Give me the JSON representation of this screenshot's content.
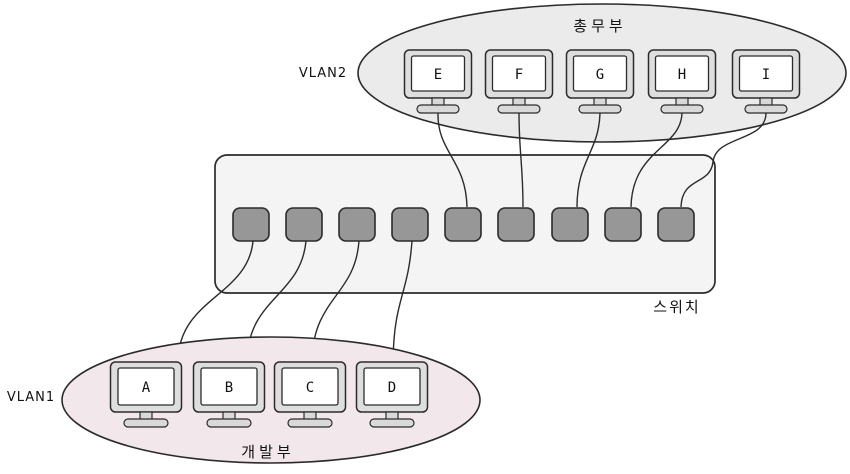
{
  "diagram": {
    "type": "network-vlan-diagram",
    "groups": {
      "vlan2": {
        "name": "VLAN2",
        "department": "총무부",
        "computers": [
          "E",
          "F",
          "G",
          "H",
          "I"
        ]
      },
      "vlan1": {
        "name": "VLAN1",
        "department": "개발부",
        "computers": [
          "A",
          "B",
          "C",
          "D"
        ]
      }
    },
    "switch": {
      "label": "스위치",
      "port_count": 9
    },
    "connections": [
      {
        "computer": "A",
        "port": 1
      },
      {
        "computer": "B",
        "port": 2
      },
      {
        "computer": "C",
        "port": 3
      },
      {
        "computer": "D",
        "port": 4
      },
      {
        "computer": "E",
        "port": 5
      },
      {
        "computer": "F",
        "port": 6
      },
      {
        "computer": "G",
        "port": 7
      },
      {
        "computer": "H",
        "port": 8
      },
      {
        "computer": "I",
        "port": 9
      }
    ],
    "colors": {
      "background": "#ffffff",
      "vlan2_fill": "#ebebeb",
      "vlan1_fill": "#f2e7ea",
      "switch_fill": "#f4f4f4",
      "port_fill": "#979797",
      "monitor_bezel_fill": "#dedede",
      "screen_fill": "#ffffff",
      "stand_fill": "#d9d9d9",
      "outline": "#2b2b2b"
    }
  }
}
